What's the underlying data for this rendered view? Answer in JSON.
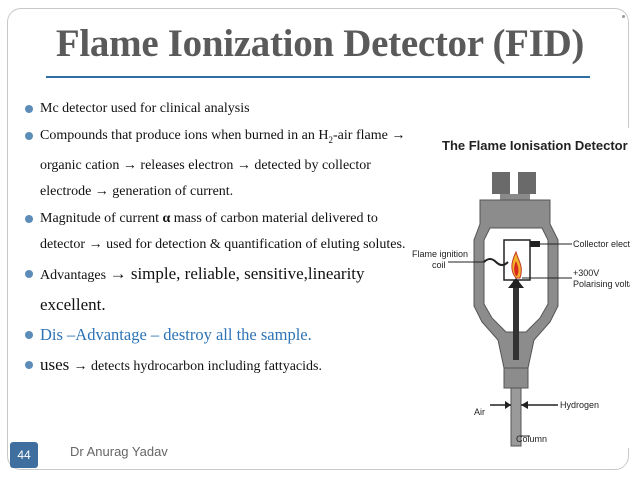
{
  "slide": {
    "title": "Flame Ionization Detector (FID)",
    "page_number": "44",
    "author": "Dr Anurag Yadav"
  },
  "bullets": [
    {
      "text": "Mc detector used for clinical analysis"
    },
    {
      "pre": "Compounds that produce ions when burned in an H",
      "sub": "2",
      "post": "-air flame → organic cation → releases electron → detected by collector electrode → generation of current."
    },
    {
      "pre": "Magnitude of current ",
      "bold": "α",
      "post": " mass of carbon material delivered to detector → used for detection & quantification of eluting solutes."
    },
    {
      "pre": "Advantages ",
      "big": "→ simple, reliable, sensitive,linearity excellent."
    },
    {
      "text": "Dis –Advantage – destroy all the sample."
    },
    {
      "big": "uses ",
      "post": "→ detects hydrocarbon including fattyacids."
    }
  ],
  "diagram": {
    "title": "The Flame Ionisation Detector",
    "labels": {
      "collector": "Collector electrode",
      "ignition_line1": "Flame ignition",
      "ignition_line2": "coil",
      "voltage_line1": "+300V",
      "voltage_line2": "Polarising voltage",
      "air": "Air",
      "hydrogen": "Hydrogen",
      "column": "Column"
    }
  }
}
